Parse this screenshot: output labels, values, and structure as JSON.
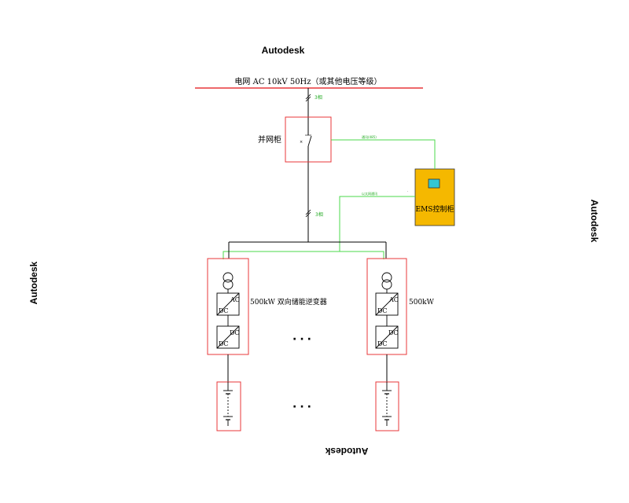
{
  "watermark": "Autodesk",
  "grid_label": "电网 AC 10kV 50Hz（或其他电压等级）",
  "phase_label_top": "3相",
  "phase_label_mid": "3相",
  "grid_cabinet_label": "并网柜",
  "ems_label": "EMS控制柜",
  "comm_label_top": "通讯(485)",
  "comm_label_mid": "以太网通讯",
  "pcs_label_left": "500kW 双向储能逆变器",
  "pcs_label_right": "500kW",
  "conv_ac": "AC",
  "conv_dc": "DC",
  "ellipsis": "···",
  "colors": {
    "grid_line": "#e8373a",
    "box_outline": "#e8373a",
    "comm_line": "#4bd84b",
    "ems_fill": "#f5b800",
    "ems_screen": "#33c7d4"
  }
}
